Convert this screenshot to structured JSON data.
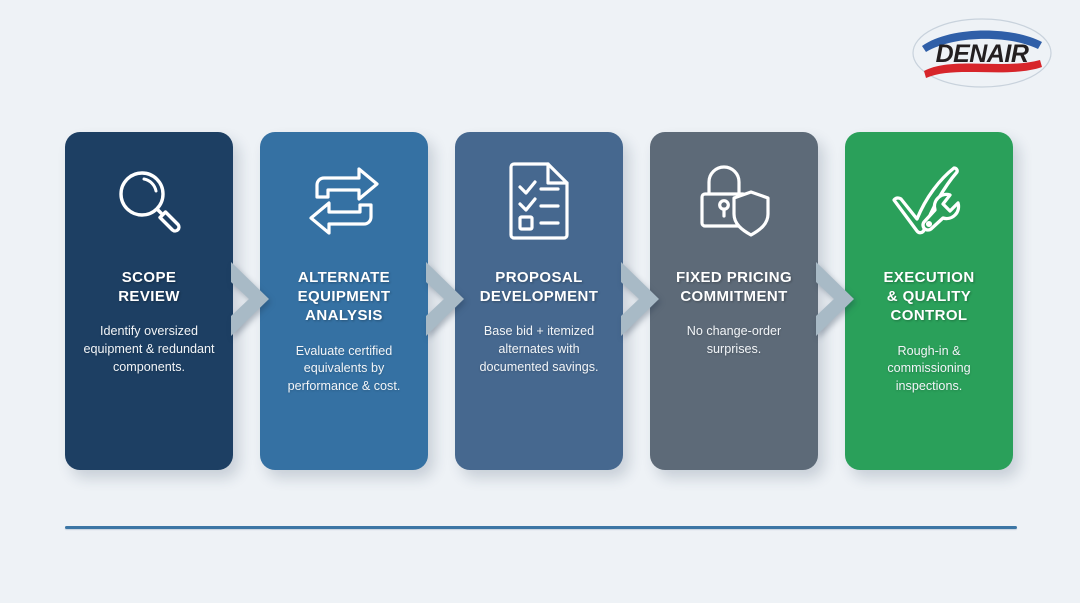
{
  "brand": {
    "name": "DENAIR",
    "arc_top_color": "#2f5fa8",
    "arc_bottom_color": "#d7252a",
    "wordmark_color": "#231f20",
    "logo_icon": "denair-logo"
  },
  "canvas": {
    "background_color": "#eef2f6",
    "rule_color": "#3c76a5"
  },
  "chevron": {
    "color": "#a8bac6",
    "icon": "chevron-right-icon"
  },
  "steps": [
    {
      "id": "scope-review",
      "icon": "magnifier-icon",
      "title": "SCOPE\nREVIEW",
      "description": "Identify oversized equipment & redundant components.",
      "color": "#1d3f63"
    },
    {
      "id": "alternate-equipment-analysis",
      "icon": "exchange-arrows-icon",
      "title": "ALTERNATE\nEQUIPMENT\nANALYSIS",
      "description": "Evaluate certified equivalents by performance & cost.",
      "color": "#3571a3"
    },
    {
      "id": "proposal-development",
      "icon": "checklist-document-icon",
      "title": "PROPOSAL\nDEVELOPMENT",
      "description": "Base bid + itemized alternates with documented savings.",
      "color": "#46688f"
    },
    {
      "id": "fixed-pricing-commitment",
      "icon": "lock-shield-icon",
      "title": "FIXED PRICING\nCOMMITMENT",
      "description": "No change-order surprises.",
      "color": "#5d6a78"
    },
    {
      "id": "execution-quality-control",
      "icon": "check-wrench-icon",
      "title": "EXECUTION\n& QUALITY\nCONTROL",
      "description": "Rough-in & commissioning inspections.",
      "color": "#2aa05a"
    }
  ]
}
